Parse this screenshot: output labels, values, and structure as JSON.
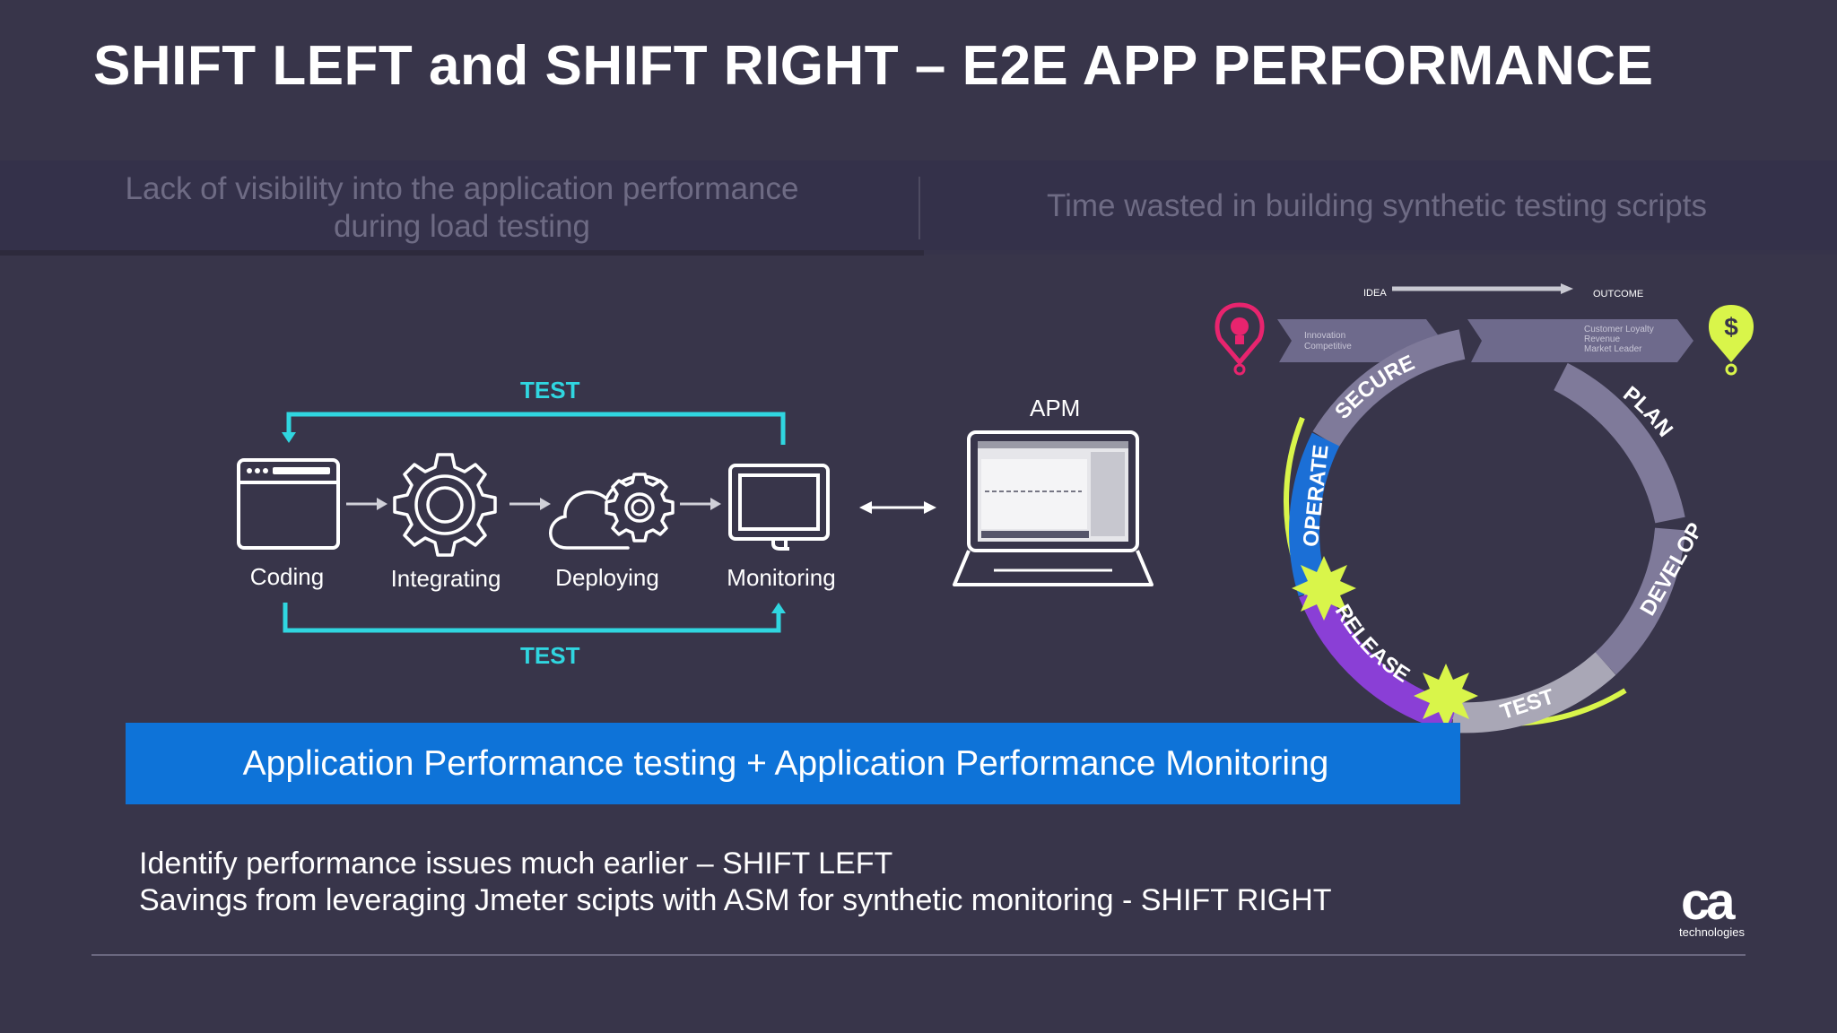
{
  "title": "SHIFT LEFT and SHIFT RIGHT – E2E APP PERFORMANCE",
  "pain_points": {
    "left": "Lack of visibility into the application performance during load testing",
    "right": "Time wasted in building synthetic testing scripts"
  },
  "flow": {
    "test_top": "TEST",
    "test_bottom": "TEST",
    "stages": [
      "Coding",
      "Integrating",
      "Deploying",
      "Monitoring"
    ],
    "apm": "APM"
  },
  "devops_loop": {
    "idea": "IDEA",
    "outcome": "OUTCOME",
    "left_banner_line1": "Innovation",
    "left_banner_line2": "Competitive",
    "right_banner_line1": "Customer Loyalty",
    "right_banner_line2": "Revenue",
    "right_banner_line3": "Market Leader",
    "segments": [
      "SECURE",
      "PLAN",
      "DEVELOP",
      "TEST",
      "RELEASE",
      "OPERATE"
    ],
    "dollar": "$"
  },
  "blue_bar": "Application Performance testing + Application Performance Monitoring",
  "bullets": [
    "Identify performance issues much earlier – SHIFT  LEFT",
    "Savings from leveraging Jmeter scipts with ASM for synthetic monitoring  - SHIFT RIGHT"
  ],
  "logo": {
    "mark": "ca",
    "subtitle": "technologies"
  },
  "colors": {
    "background": "#38354a",
    "test_arrow": "#30d6e0",
    "bar_blue": "#0e73d8",
    "loop_grey": "#7f7a9a",
    "operate_blue": "#1b6fd6",
    "release_purple": "#8a3fd6",
    "lime": "#d9f54a",
    "pink": "#e8246e"
  }
}
